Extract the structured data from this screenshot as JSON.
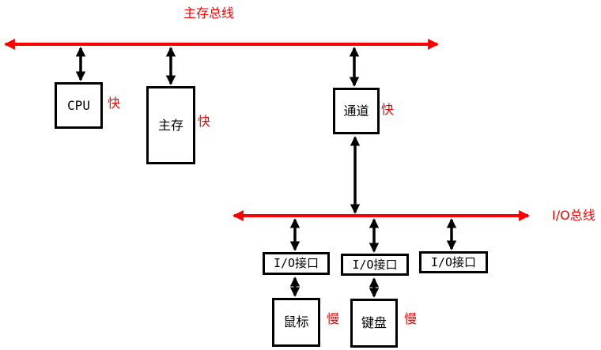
{
  "diagram": {
    "main_bus": {
      "label": "主存总线"
    },
    "io_bus": {
      "label": "I/O总线"
    },
    "nodes": {
      "cpu": {
        "label": "CPU",
        "speed": "快"
      },
      "main_memory": {
        "label": "主存",
        "speed": "快"
      },
      "channel": {
        "label": "通道",
        "speed": "快"
      },
      "io_interface_1": {
        "label": "I/O接口"
      },
      "io_interface_2": {
        "label": "I/O接口"
      },
      "io_interface_3": {
        "label": "I/O接口"
      },
      "mouse": {
        "label": "鼠标",
        "speed": "慢"
      },
      "keyboard": {
        "label": "键盘",
        "speed": "慢"
      }
    },
    "colors": {
      "bus": "#ff0000",
      "annotation": "#ff0000",
      "line": "#000000",
      "background": "#ffffff"
    }
  }
}
